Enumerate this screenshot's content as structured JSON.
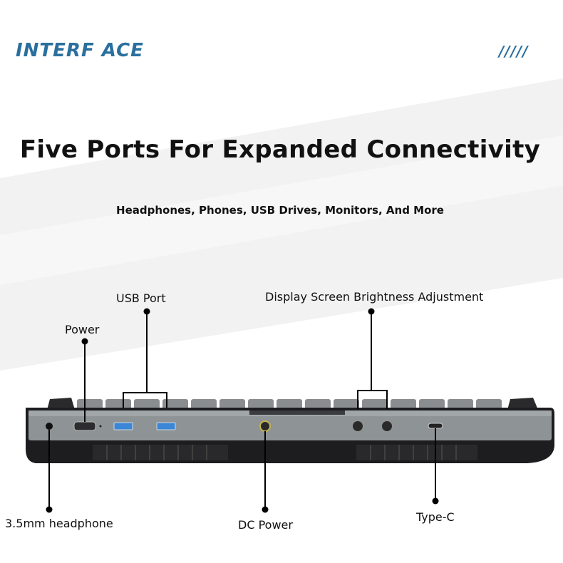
{
  "brand": {
    "name": "INTERF ACE",
    "decoration": "/////"
  },
  "heading": {
    "title": "Five Ports For Expanded Connectivity",
    "subtitle": "Headphones, Phones, USB Drives, Monitors, And More"
  },
  "callouts": {
    "usb_port": "USB Port",
    "brightness": "Display Screen Brightness Adjustment",
    "power": "Power",
    "headphone": "3.5mm headphone",
    "dc_power": "DC Power",
    "type_c": "Type-C"
  },
  "colors": {
    "brand": "#2a6f9e",
    "text": "#111111",
    "device_body": "#1d1d1f",
    "port_panel": "#8e9395",
    "usb_blue": "#3b86d6"
  }
}
